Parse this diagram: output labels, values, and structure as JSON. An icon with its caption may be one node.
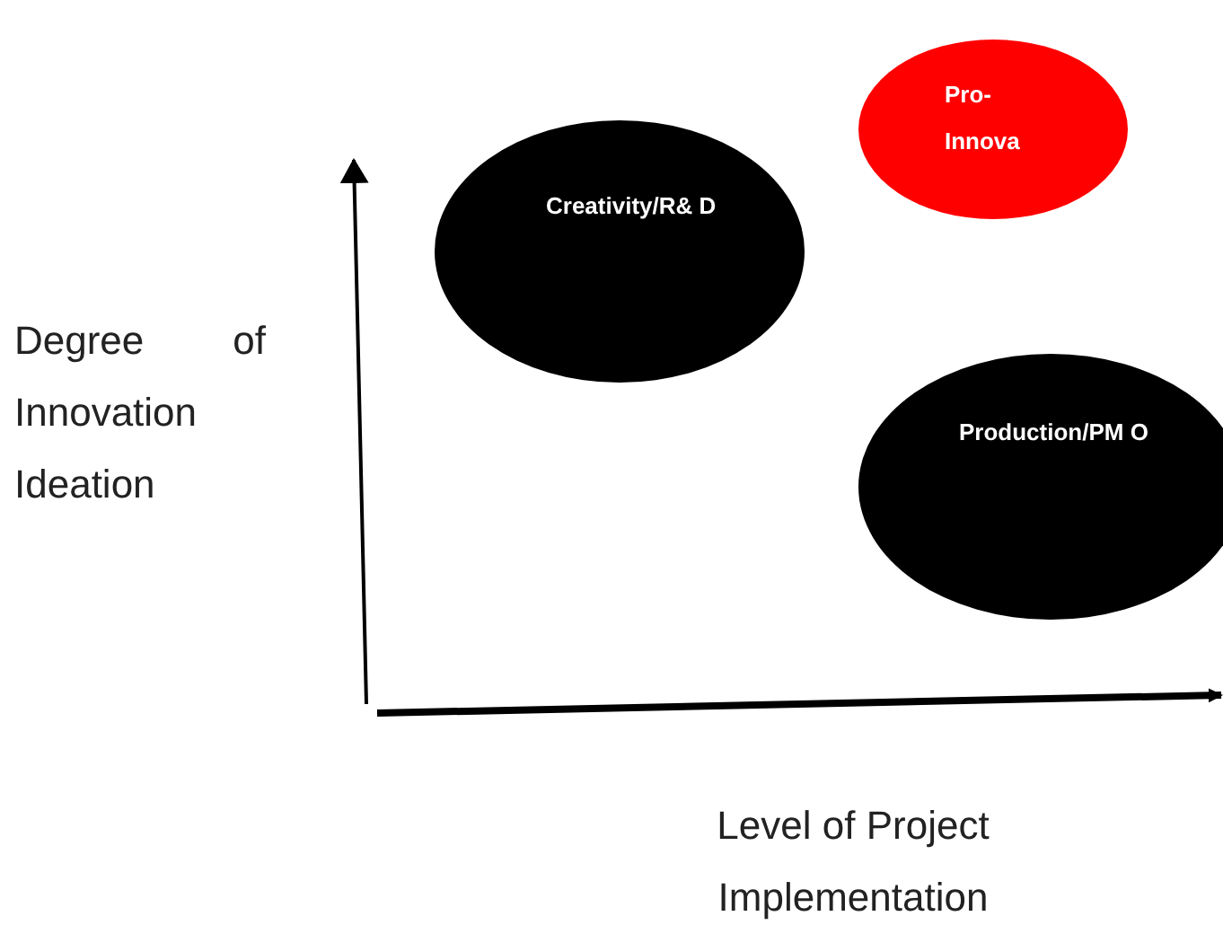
{
  "diagram": {
    "nodes": [
      {
        "text": [
          "Creativity/R& D"
        ]
      },
      {
        "text": [
          "Pro- Innova"
        ]
      },
      {
        "text": [
          "Production/PM O"
        ]
      }
    ],
    "labels": [
      "Degree of Innovation Ideation",
      "Level of Project Implementation"
    ]
  }
}
